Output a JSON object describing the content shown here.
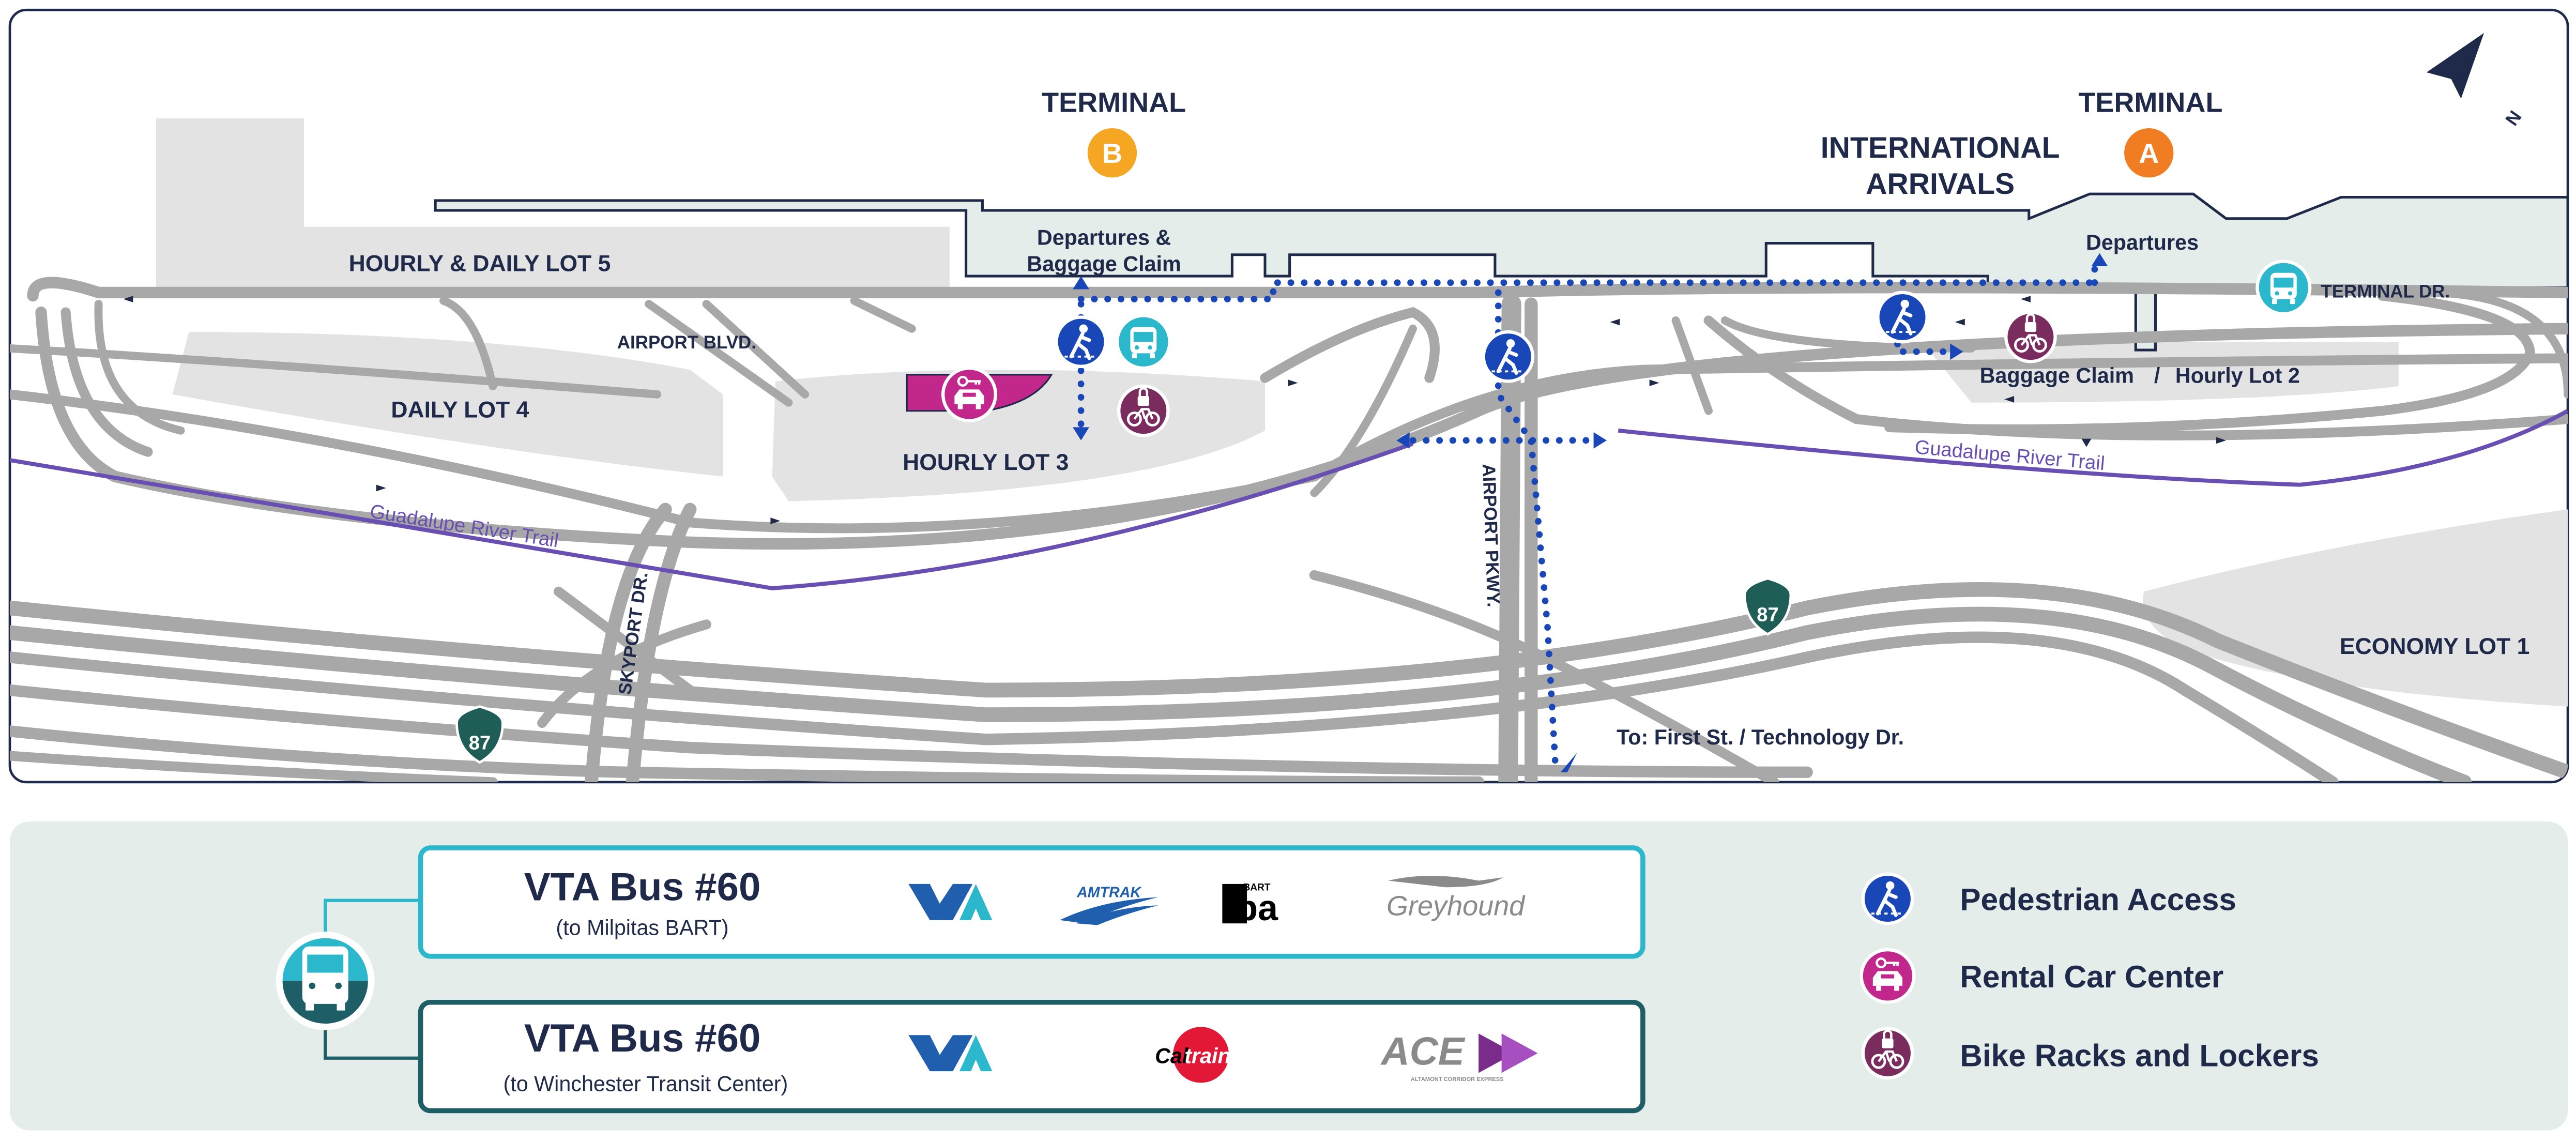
{
  "map": {
    "terminals": [
      {
        "heading": "TERMINAL",
        "letter": "B",
        "color": "#f5a623"
      },
      {
        "heading": "TERMINAL",
        "letter": "A",
        "color": "#f07d22"
      }
    ],
    "international_arrivals": [
      "INTERNATIONAL",
      "ARRIVALS"
    ],
    "terminal_b_area": [
      "Departures &",
      "Baggage Claim"
    ],
    "terminal_a_departures": "Departures",
    "baggage_claim": "Baggage Claim",
    "slash": "/",
    "hourly_lot_2": "Hourly Lot 2",
    "lots": {
      "lot5": "HOURLY & DAILY LOT 5",
      "lot4": "DAILY LOT 4",
      "lot3": "HOURLY LOT 3",
      "lot1": "ECONOMY LOT 1"
    },
    "roads": {
      "airport_blvd": "AIRPORT BLVD.",
      "terminal_dr": "TERMINAL DR.",
      "skyport_dr": "SKYPORT DR.",
      "airport_pkwy": "AIRPORT PKWY.",
      "trail_left": "Guadalupe River Trail",
      "trail_right": "Guadalupe River Trail",
      "highway_87_right": "87",
      "highway_87_left": "87"
    },
    "to_destination": "To: First St. / Technology Dr.",
    "north_letter": "N",
    "colors": {
      "road": "#a8a8a8",
      "lot": "#e3e3e3",
      "terminal": "#e4ede9",
      "trail": "#6a4fb3",
      "path": "#1a47b8",
      "pedestrian": "#1a47b8",
      "rental": "#c2288c",
      "bike": "#7a2c5e",
      "bus": "#2bb8cc",
      "shield": "#1e5e56"
    }
  },
  "bus_routes": [
    {
      "title": "VTA Bus #60",
      "subtitle": "(to Milpitas BART)",
      "border": "#2bb8cc",
      "logos": [
        "VTA",
        "AMTRAK",
        "BART",
        "Greyhound"
      ]
    },
    {
      "title": "VTA Bus #60",
      "subtitle": "(to Winchester Transit Center)",
      "border": "#1e5e66",
      "logos": [
        "VTA",
        "Caltrain",
        "ACE"
      ]
    }
  ],
  "logo_extras": {
    "bart_small": "BART",
    "bart_big": "ba",
    "caltrain_cal": "Cal",
    "caltrain_train": "train",
    "ace_sub": "ALTAMONT CORRIDOR EXPRESS"
  },
  "legend": [
    {
      "label": "Pedestrian Access",
      "icon": "pedestrian-icon"
    },
    {
      "label": "Rental Car Center",
      "icon": "rental-car-icon"
    },
    {
      "label": "Bike Racks and Lockers",
      "icon": "bike-locker-icon"
    }
  ]
}
